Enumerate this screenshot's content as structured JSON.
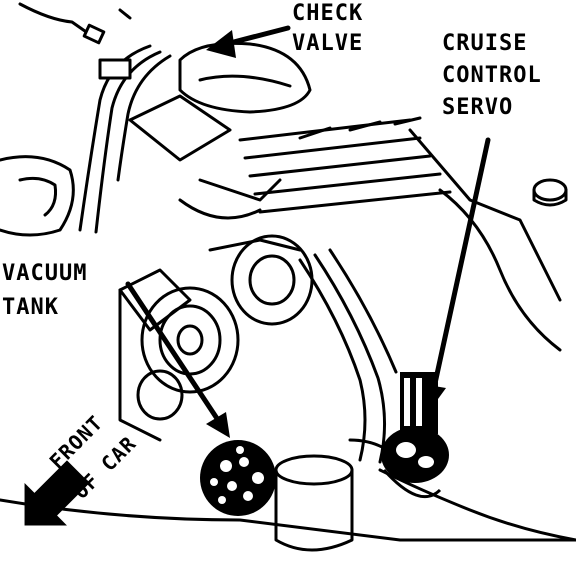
{
  "labels": {
    "check_valve": [
      "CHECK",
      "VALVE"
    ],
    "cruise_servo": [
      "CRUISE",
      "CONTROL",
      "SERVO"
    ],
    "vacuum_tank": [
      "VACUUM",
      "TANK"
    ],
    "front_of_car": [
      "FRONT",
      "OF CAR"
    ]
  },
  "colors": {
    "ink": "#000000",
    "paper": "#ffffff"
  }
}
